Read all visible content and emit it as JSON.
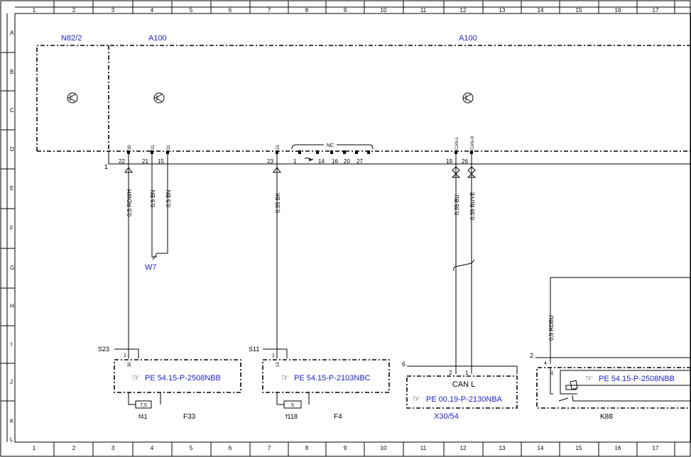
{
  "grid": {
    "columns": [
      "1",
      "2",
      "3",
      "4",
      "5",
      "6",
      "7",
      "8",
      "9",
      "10",
      "11",
      "12",
      "13",
      "14",
      "15",
      "16",
      "17"
    ],
    "rows": [
      "A",
      "B",
      "C",
      "D",
      "E",
      "F",
      "G",
      "H",
      "I",
      "J",
      "K",
      "L"
    ]
  },
  "components": {
    "n82_2": "N82/2",
    "a100_left": "A100",
    "a100_right": "A100",
    "w7": "W7",
    "s23": "S23",
    "s11": "S11",
    "f41": "f41",
    "f33": "F33",
    "f118": "f118",
    "f4": "F4",
    "x30_54": "X30/54",
    "k88": "K88",
    "can_l": "CAN L",
    "nc": "NC"
  },
  "references": {
    "s23_ref": "PE 54.15-P-2508NBB",
    "s11_ref": "PE 54.15-P-2103NBC",
    "x30_ref": "PE 00.19-P-2130NBA",
    "k88_ref": "PE 54.15-P-2508NBB",
    "ref_icon": "pointing-hand-icon"
  },
  "wires": {
    "w1": "0,5 RDWH",
    "w2": "0,5 BN",
    "w3": "0,5 BN",
    "w4": "0,35 BK",
    "w5": "0,35 BU",
    "w6": "0,35 BUYE",
    "w7": "0,5 RDBU"
  },
  "pins": {
    "p22": "22",
    "p21": "21",
    "p15": "15",
    "p23": "23",
    "p1": "1",
    "p14": "14",
    "p16": "16",
    "p20": "20",
    "p27": "27",
    "p19": "19",
    "p26": "26",
    "c30": "30",
    "c31a": "31",
    "c31b": "31",
    "c15": "15",
    "ccanl": "CAN-L",
    "ccanh": "CAN-H",
    "frame1": "1",
    "frame2": "2",
    "frame6": "6",
    "s23_1": "1",
    "s23_30": "30",
    "s11_1": "1",
    "s11_15": "15",
    "x30_2": "2",
    "x30_1": "1",
    "k88_4": "4",
    "k88_30": "30"
  },
  "fuses": {
    "f41_val": "7,5",
    "f118_val": "5"
  }
}
